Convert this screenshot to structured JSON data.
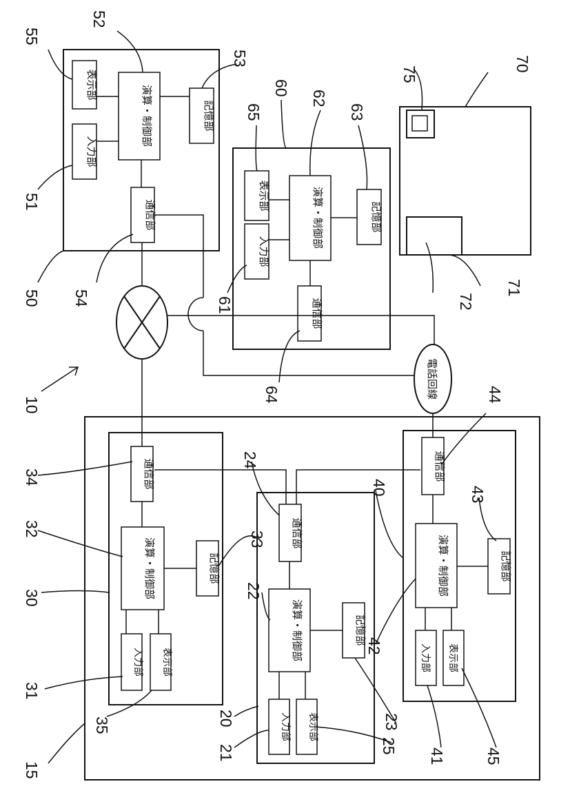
{
  "labels": {
    "input": "入力部",
    "display": "表示部",
    "compute_control": "演算・制御部",
    "memory": "記憶部",
    "communication": "通信部",
    "telephone_line": "電話回線"
  },
  "refs": {
    "r10": "10",
    "r15": "15",
    "r20": "20",
    "r21": "21",
    "r22": "22",
    "r23": "23",
    "r24": "24",
    "r25": "25",
    "r30": "30",
    "r31": "31",
    "r32": "32",
    "r33": "33",
    "r34": "34",
    "r35": "35",
    "r40": "40",
    "r41": "41",
    "r42": "42",
    "r43": "43",
    "r44": "44",
    "r45": "45",
    "r50": "50",
    "r51": "51",
    "r52": "52",
    "r53": "53",
    "r54": "54",
    "r55": "55",
    "r60": "60",
    "r61": "61",
    "r62": "62",
    "r63": "63",
    "r64": "64",
    "r65": "65",
    "r70": "70",
    "r71": "71",
    "r72": "72",
    "r75": "75"
  }
}
